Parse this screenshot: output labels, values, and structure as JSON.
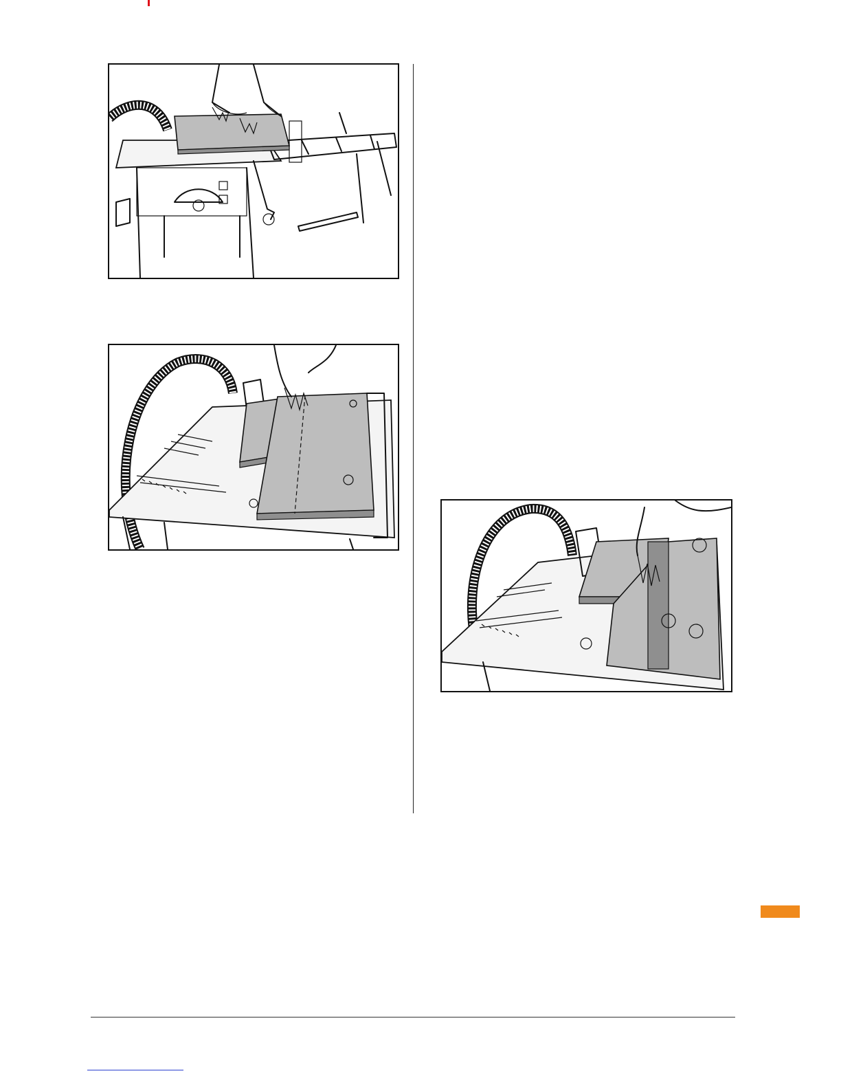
{
  "page": {
    "figures": [
      {
        "id": "fig1",
        "icon": "table-saw-extension-illustration"
      },
      {
        "id": "fig2",
        "icon": "table-saw-sliding-carriage-illustration"
      },
      {
        "id": "fig3",
        "icon": "table-saw-cross-cut-illustration"
      }
    ],
    "colors": {
      "accent_tab": "#f08a1c",
      "header_mark": "#e0101a",
      "board_fill": "#bdbdbd"
    }
  }
}
